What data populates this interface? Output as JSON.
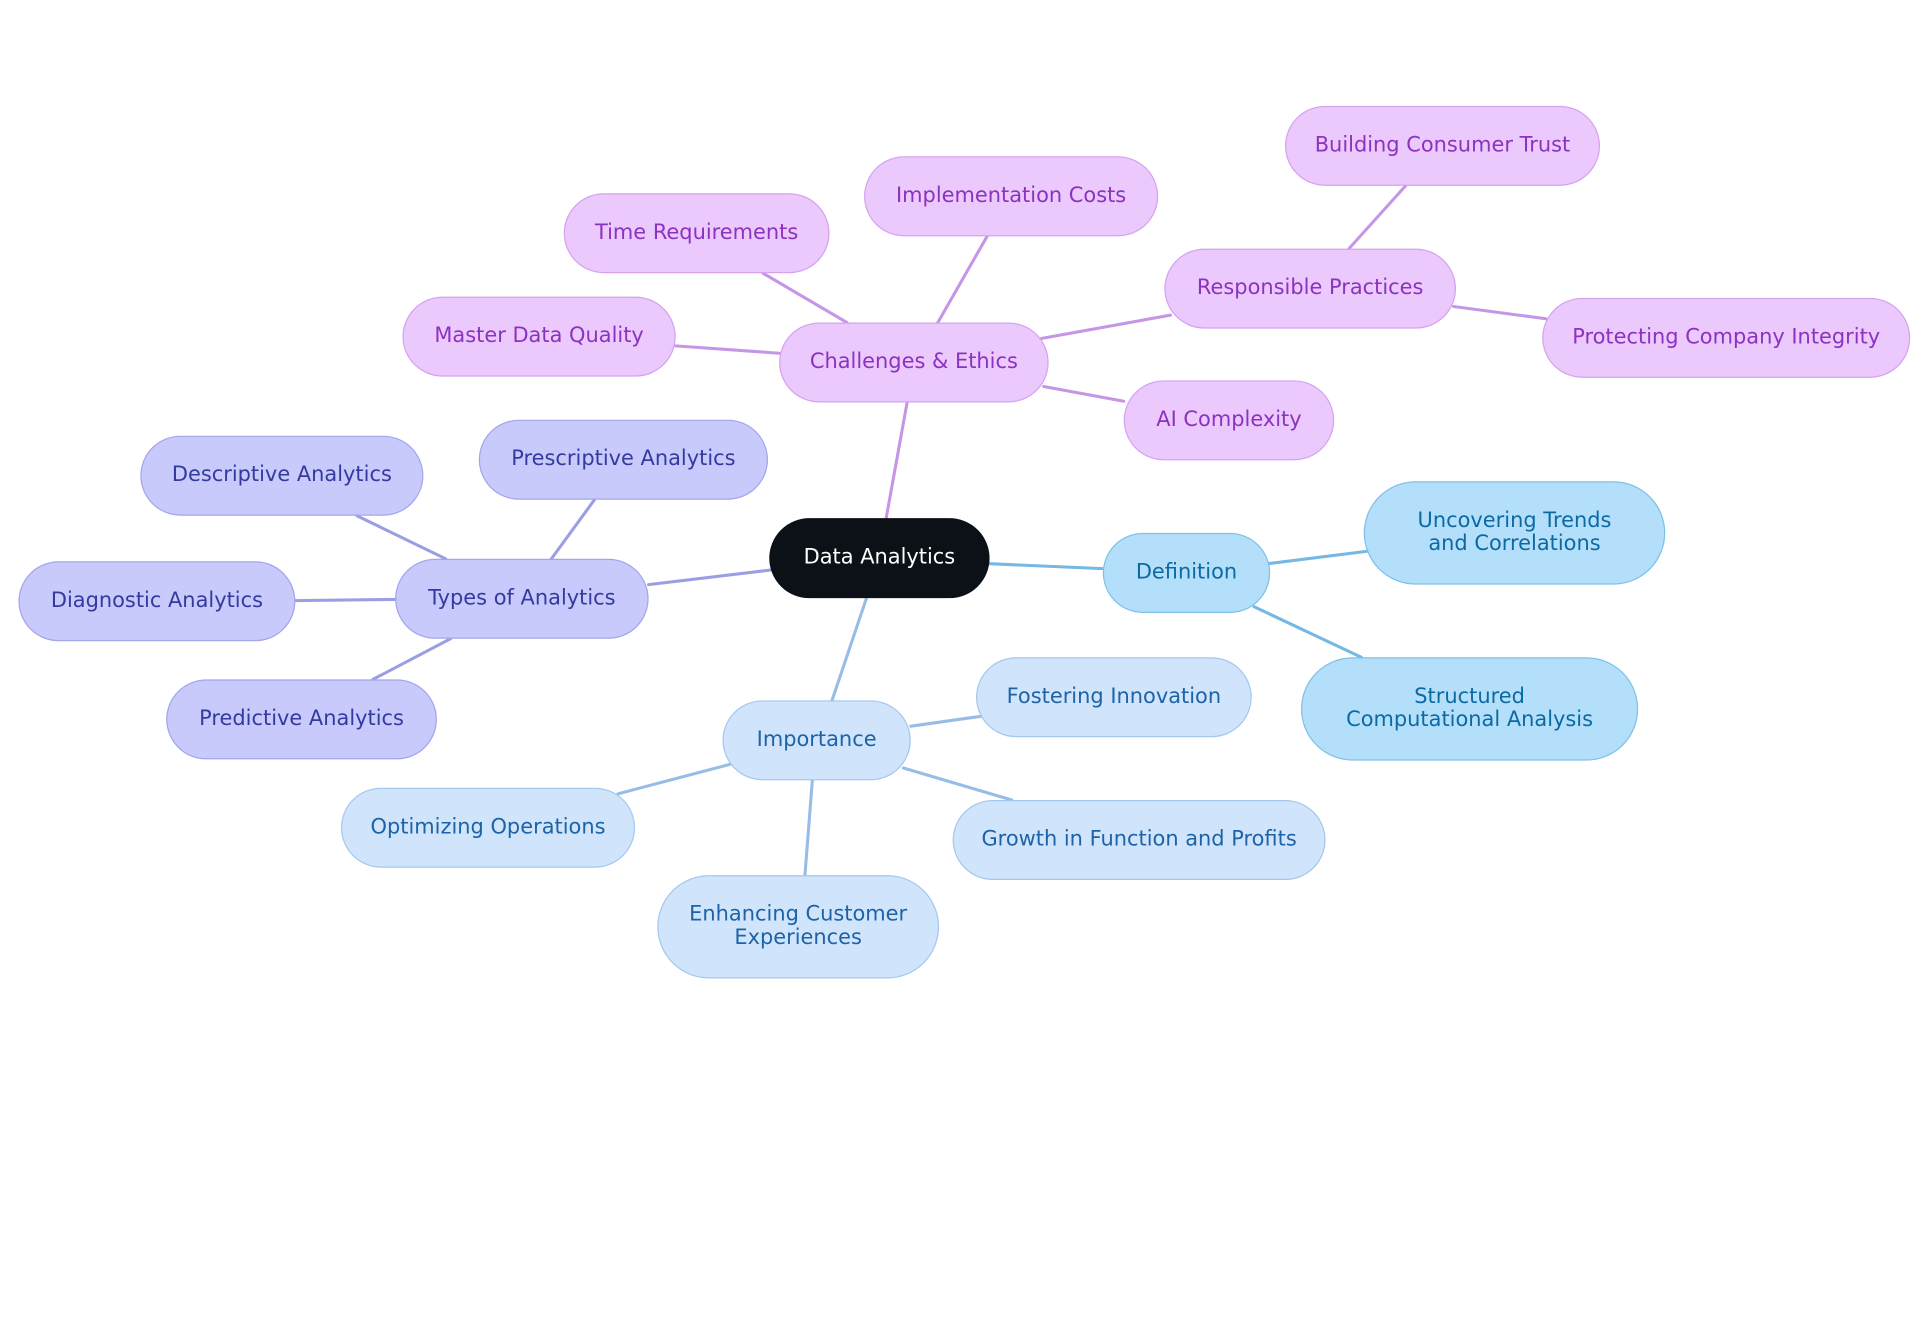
{
  "diagram": {
    "root": "Data Analytics",
    "branches": {
      "challenges": {
        "label": "Challenges & Ethics",
        "color": "#c596e6",
        "children": {
          "time": "Time Requirements",
          "implementation": "Implementation Costs",
          "master_data": "Master Data Quality",
          "ai": "AI Complexity",
          "responsible": {
            "label": "Responsible Practices",
            "children": {
              "trust": "Building Consumer Trust",
              "integrity": "Protecting Company Integrity"
            }
          }
        }
      },
      "types": {
        "label": "Types of Analytics",
        "color": "#9a9fe3",
        "children": {
          "descriptive": "Descriptive Analytics",
          "prescriptive": "Prescriptive Analytics",
          "diagnostic": "Diagnostic Analytics",
          "predictive": "Predictive Analytics"
        }
      },
      "definition": {
        "label": "Definition",
        "color": "#74b8e3",
        "children": {
          "trends": "Uncovering Trends and Correlations",
          "structured": "Structured Computational Analysis"
        }
      },
      "importance": {
        "label": "Importance",
        "color": "#97bde6",
        "children": {
          "innovation": "Fostering Innovation",
          "operations": "Optimizing Operations",
          "growth": "Growth in Function and Profits",
          "customer": "Enhancing Customer Experiences"
        }
      }
    }
  }
}
